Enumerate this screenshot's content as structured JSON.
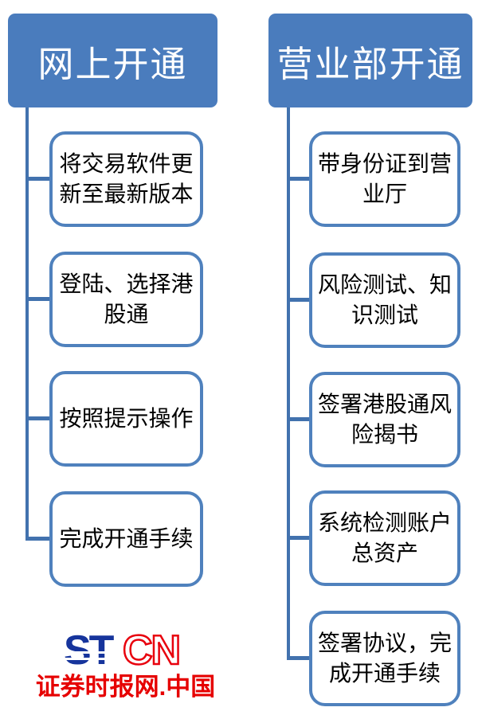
{
  "colors": {
    "background": "#ffffff",
    "header_fill": "#4a7cbd",
    "header_text": "#ffffff",
    "box_border": "#4f81bd",
    "box_text": "#000000",
    "connector": "#4272ae",
    "logo_blue": "#16349c",
    "logo_red": "#e8000d",
    "caption_red": "#e60000"
  },
  "columns": [
    {
      "id": "online",
      "header": "网上开通",
      "steps": [
        "将交易软件更\n新至最新版本",
        "登陆、选择港\n股通",
        "按照提示操作",
        "完成开通手续"
      ]
    },
    {
      "id": "branch",
      "header": "营业部开通",
      "steps": [
        "带身份证到营\n业厅",
        "风险测试、知\n识测试",
        "签署港股通风\n险揭书",
        "系统检测账户\n总资产",
        "签署协议，完\n成开通手续"
      ]
    }
  ],
  "logo": {
    "st": "ST",
    "cn": "CN",
    "caption": "证券时报网.中国"
  }
}
